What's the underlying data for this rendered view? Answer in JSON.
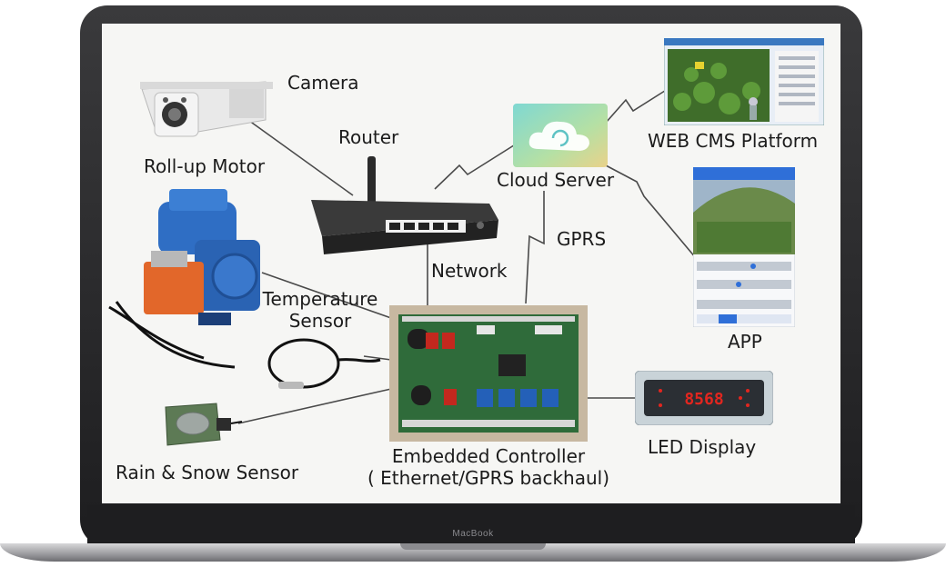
{
  "labels": {
    "camera": "Camera",
    "router": "Router",
    "roll_up_motor": "Roll-up Motor",
    "cloud_server": "Cloud Server",
    "web_cms": "WEB CMS Platform",
    "gprs": "GPRS",
    "network": "Network",
    "temperature_sensor_line1": "Temperature",
    "temperature_sensor_line2": "Sensor",
    "app": "APP",
    "embedded_controller_line1": "Embedded Controller",
    "embedded_controller_line2": "( Ethernet/GPRS backhaul)",
    "led_display": "LED Display",
    "rain_snow_sensor": "Rain & Snow Sensor",
    "led_digits": "8568"
  },
  "device": {
    "brand": "MacBook"
  },
  "colors": {
    "line": "#4a4a4a",
    "pcb_green": "#2f6b3a",
    "relay_blue": "#2460b8",
    "motor_blue": "#2f6ec4",
    "led_red": "#e2261f",
    "cloud_teal": "#5fc3c4",
    "app_header": "#2f6fd8"
  }
}
